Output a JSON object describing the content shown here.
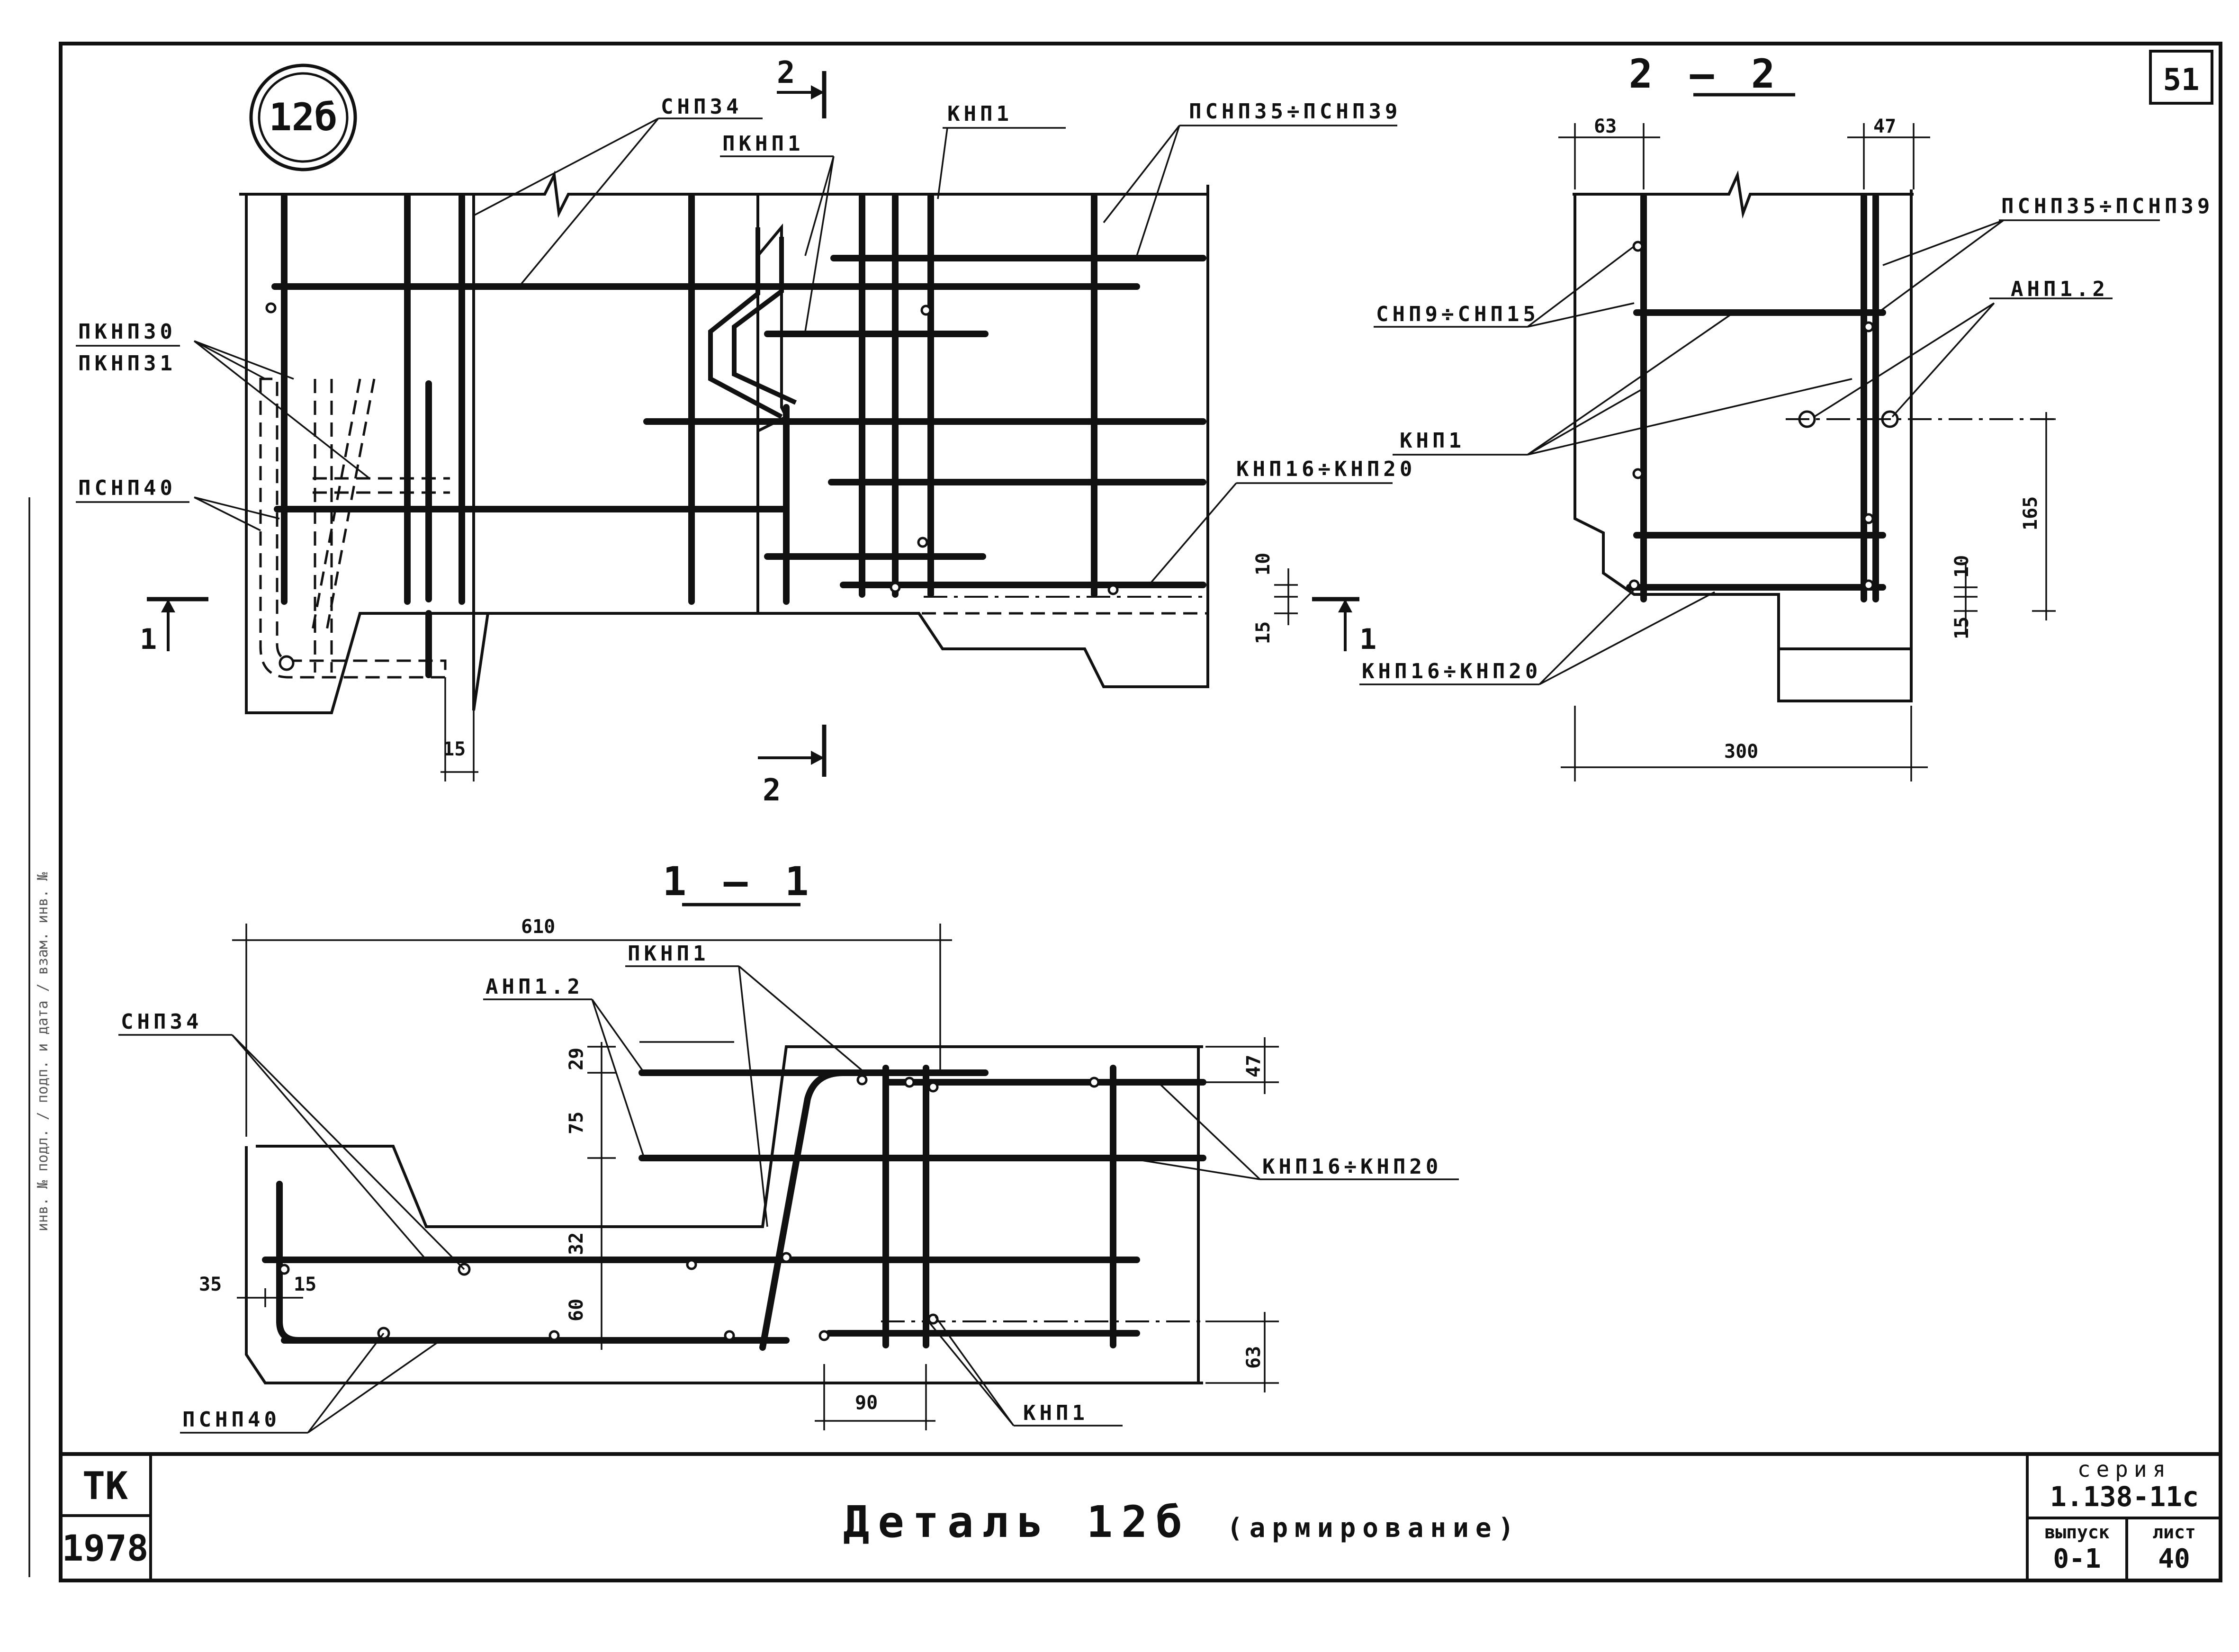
{
  "sheet_number": "51",
  "detail_mark": "12б",
  "title_block": {
    "org": "ТК",
    "year": "1978",
    "title": "Деталь 12б",
    "subtitle": "(армирование)",
    "series_label": "серия",
    "series_value": "1.138-11с",
    "issue_label": "выпуск",
    "issue_value": "0-1",
    "sheet_label": "лист",
    "sheet_value": "40"
  },
  "elevation": {
    "section_mark_top": "2",
    "section_mark_bottom": "2",
    "section_mark_left": "1",
    "section_mark_right": "1",
    "labels": {
      "snp34": "СНП34",
      "pknp1": "ПКНП1",
      "knp1": "КНП1",
      "psnp35_39": "ПСНП35÷ПСНП39",
      "pknp30": "ПКНП30",
      "pknp31": "ПКНП31",
      "psnp40": "ПСНП40",
      "knp16_20": "КНП16÷КНП20"
    },
    "dims": {
      "d15_bottom": "15",
      "d10": "10",
      "d15_right": "15"
    }
  },
  "section_2_2": {
    "title": "2 — 2",
    "labels": {
      "psnp35_39": "ПСНП35÷ПСНП39",
      "snp9_15": "СНП9÷СНП15",
      "anp12": "АНП1.2",
      "knp1": "КНП1",
      "knp16_20": "КНП16÷КНП20"
    },
    "dims": {
      "d63": "63",
      "d47": "47",
      "d165": "165",
      "d10": "10",
      "d15": "15",
      "d300": "300"
    }
  },
  "section_1_1": {
    "title": "1 — 1",
    "labels": {
      "snp34": "СНП34",
      "anp12": "АНП1.2",
      "pknp1": "ПКНП1",
      "knp16_20": "КНП16÷КНП20",
      "psnp40": "ПСНП40",
      "knp1": "КНП1"
    },
    "dims": {
      "d610": "610",
      "d29": "29",
      "d75": "75",
      "d47": "47",
      "d32": "32",
      "d60": "60",
      "d35": "35",
      "d15": "15",
      "d90": "90",
      "d63": "63"
    }
  },
  "side_stamp": "инв. № подл. / подп. и дата / взам. инв. №"
}
